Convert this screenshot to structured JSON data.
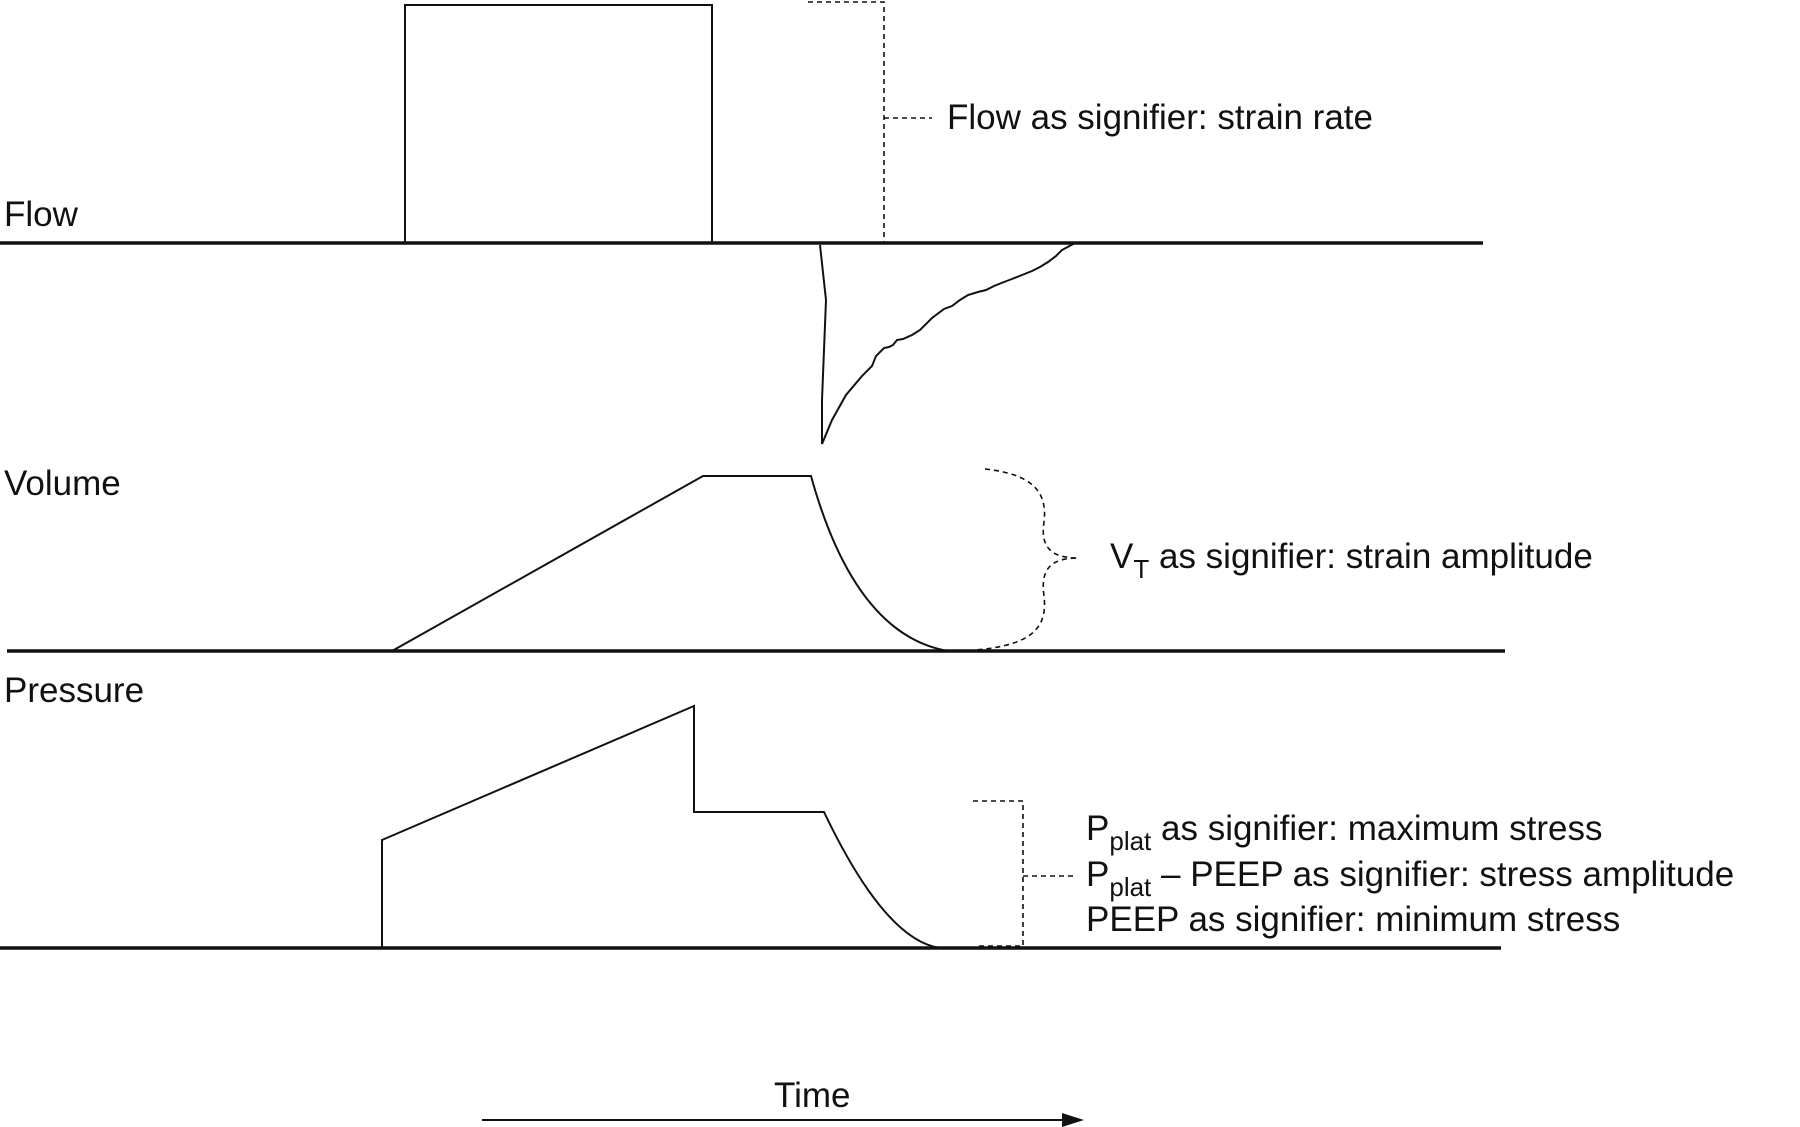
{
  "traces": {
    "flow": {
      "label": "Flow"
    },
    "volume": {
      "label": "Volume"
    },
    "pressure": {
      "label": "Pressure"
    }
  },
  "annotations": {
    "strain_rate": {
      "text": "Flow as signifier: strain rate"
    },
    "strain_amplitude": {
      "symbol": "V",
      "subscript": "T",
      "text": " as signifier: strain amplitude"
    },
    "max_stress": {
      "symbol": "P",
      "subscript": "plat",
      "text": " as signifier: maximum stress"
    },
    "stress_amplitude": {
      "symbol": "P",
      "subscript": "plat",
      "text": " – PEEP as signifier: stress amplitude"
    },
    "min_stress": {
      "text": "PEEP as signifier: minimum stress"
    }
  },
  "time_axis": {
    "label": "Time"
  },
  "colors": {
    "line": "#111111",
    "background": "#ffffff"
  }
}
